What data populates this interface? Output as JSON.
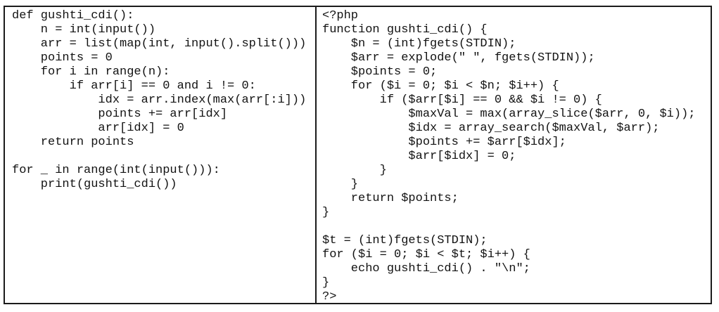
{
  "panels": [
    {
      "language": "python",
      "lines": [
        "def gushti_cdi():",
        "    n = int(input())",
        "    arr = list(map(int, input().split()))",
        "    points = 0",
        "    for i in range(n):",
        "        if arr[i] == 0 and i != 0:",
        "            idx = arr.index(max(arr[:i]))",
        "            points += arr[idx]",
        "            arr[idx] = 0",
        "    return points",
        "",
        "for _ in range(int(input())):",
        "    print(gushti_cdi())"
      ]
    },
    {
      "language": "php",
      "lines": [
        "<?php",
        "function gushti_cdi() {",
        "    $n = (int)fgets(STDIN);",
        "    $arr = explode(\" \", fgets(STDIN));",
        "    $points = 0;",
        "    for ($i = 0; $i < $n; $i++) {",
        "        if ($arr[$i] == 0 && $i != 0) {",
        "            $maxVal = max(array_slice($arr, 0, $i));",
        "            $idx = array_search($maxVal, $arr);",
        "            $points += $arr[$idx];",
        "            $arr[$idx] = 0;",
        "        }",
        "    }",
        "    return $points;",
        "}",
        "",
        "$t = (int)fgets(STDIN);",
        "for ($i = 0; $i < $t; $i++) {",
        "    echo gushti_cdi() . \"\\n\";",
        "}",
        "?>"
      ]
    }
  ],
  "colors": {
    "border": "#1b1b1b",
    "text": "#121212",
    "background": "#ffffff"
  }
}
